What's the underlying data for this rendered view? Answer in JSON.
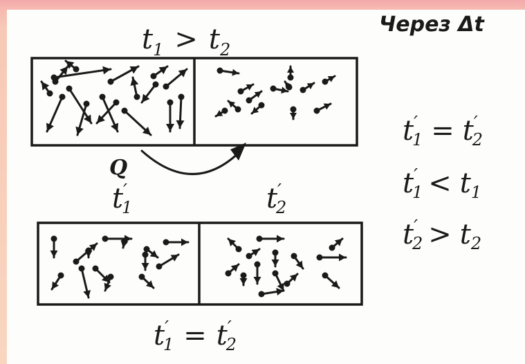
{
  "top_condition": {
    "lhs": "t",
    "lhs_sub": "1",
    "op": ">",
    "rhs": "t",
    "rhs_sub": "2"
  },
  "after_label": "Через Δt",
  "heat_label": "Q",
  "bottom_left_label": {
    "sym": "t",
    "prime": "′",
    "sub": "1"
  },
  "bottom_right_label": {
    "sym": "t",
    "prime": "′",
    "sub": "2"
  },
  "bottom_equality": {
    "lhs": "t",
    "lhs_prime": "′",
    "lhs_sub": "1",
    "op": "=",
    "rhs": "t",
    "rhs_prime": "′",
    "rhs_sub": "2"
  },
  "relations": [
    {
      "lhs": "t",
      "lhs_prime": "′",
      "lhs_sub": "1",
      "op": "=",
      "rhs": "t",
      "rhs_prime": "′",
      "rhs_sub": "2"
    },
    {
      "lhs": "t",
      "lhs_prime": "′",
      "lhs_sub": "1",
      "op": "<",
      "rhs": "t",
      "rhs_prime": "",
      "rhs_sub": "1"
    },
    {
      "lhs": "t",
      "lhs_prime": "′",
      "lhs_sub": "2",
      "op": ">",
      "rhs": "t",
      "rhs_prime": "",
      "rhs_sub": "2"
    }
  ]
}
